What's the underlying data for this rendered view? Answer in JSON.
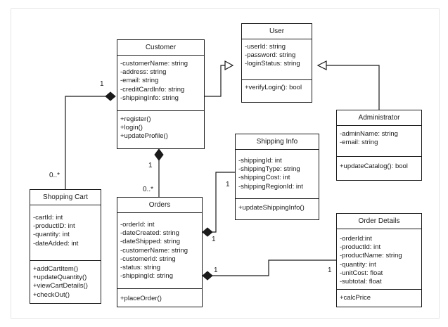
{
  "classes": {
    "user": {
      "name": "User",
      "attributes": [
        "-userId: string",
        "-password: string",
        "-loginStatus: string"
      ],
      "methods": [
        "+verifyLogin(): bool"
      ]
    },
    "customer": {
      "name": "Customer",
      "attributes": [
        "-customerName: string",
        "-address: string",
        "-email: string",
        "-creditCardInfo: string",
        "-shippingInfo: string"
      ],
      "methods": [
        "+register()",
        "+login()",
        "+updateProfile()"
      ]
    },
    "administrator": {
      "name": "Administrator",
      "attributes": [
        "-adminName: string",
        "-email: string"
      ],
      "methods": [
        "+updateCatalog(): bool"
      ]
    },
    "shipping_info": {
      "name": "Shipping Info",
      "attributes": [
        "-shippingId: int",
        "-shippingType: string",
        "-shippingCost: int",
        "-shippingRegionId: int"
      ],
      "methods": [
        "+updateShippingInfo()"
      ]
    },
    "shopping_cart": {
      "name": "Shopping Cart",
      "attributes": [
        "-cartId: int",
        "-productID: int",
        "-quantity: int",
        "-dateAdded: int"
      ],
      "methods": [
        "+addCartItem()",
        "+updateQuantity()",
        "+viewCartDetails()",
        "+checkOut()"
      ]
    },
    "orders": {
      "name": "Orders",
      "attributes": [
        "-orderId: int",
        "-dateCreated: string",
        "-dateShipped: string",
        "-customerName: string",
        "-customerId: string",
        "-status: string",
        "-shippingId: string"
      ],
      "methods": [
        "+placeOrder()"
      ]
    },
    "order_details": {
      "name": "Order Details",
      "attributes": [
        "-orderId:int",
        "-productId: int",
        "-productName: string",
        "-quantity: int",
        "-unitCost: float",
        "-subtotal: float"
      ],
      "methods": [
        "+calcPrice"
      ]
    }
  },
  "multiplicities": {
    "customer_cart_one": "1",
    "customer_cart_many": "0..*",
    "customer_orders_one": "1",
    "customer_orders_many": "0..*",
    "orders_shipping_one": "1",
    "orders_shipping_other": "1",
    "orders_details_one": "1",
    "orders_details_other": "1"
  },
  "relations": [
    {
      "type": "generalization",
      "from": "customer",
      "to": "user"
    },
    {
      "type": "generalization",
      "from": "administrator",
      "to": "user"
    },
    {
      "type": "composition",
      "whole": "customer",
      "part": "shopping_cart"
    },
    {
      "type": "composition",
      "whole": "customer",
      "part": "orders"
    },
    {
      "type": "composition",
      "whole": "orders",
      "part": "shipping_info"
    },
    {
      "type": "composition",
      "whole": "orders",
      "part": "order_details"
    }
  ],
  "colors": {
    "line": "#1a1a1a",
    "background": "#ffffff"
  }
}
